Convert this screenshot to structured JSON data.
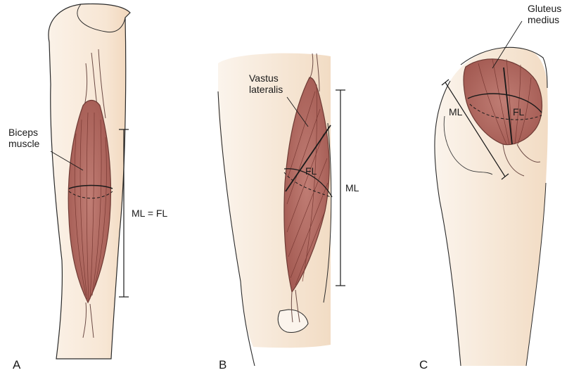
{
  "colors": {
    "skin": "#f6e8d9",
    "skin_edge": "#f2d7bd",
    "muscle": "#b56a62",
    "muscle_dark": "#7a3a34",
    "line": "#222222"
  },
  "panels": [
    {
      "letter": "A",
      "muscle_label": [
        "Biceps",
        "muscle"
      ],
      "measure_label": "ML = FL"
    },
    {
      "letter": "B",
      "muscle_label": [
        "Vastus",
        "lateralis"
      ],
      "measure_label": "ML",
      "fiber_label": "FL"
    },
    {
      "letter": "C",
      "muscle_label": [
        "Gluteus",
        "medius"
      ],
      "measure_label": "ML",
      "fiber_label": "FL"
    }
  ]
}
